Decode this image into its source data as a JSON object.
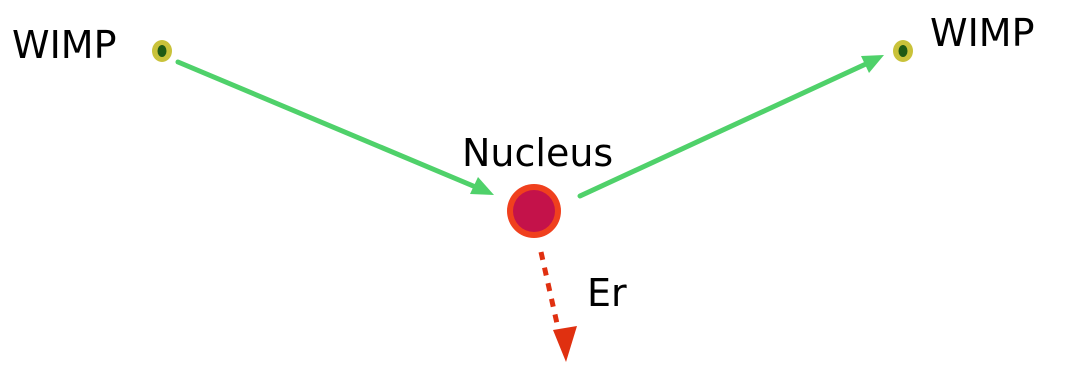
{
  "labels": {
    "wimp_incoming": "WIMP",
    "wimp_outgoing": "WIMP",
    "nucleus": "Nucleus",
    "recoil_energy": "Er"
  },
  "colors": {
    "trajectory": "#4fd16a",
    "wimp_fill": "#1f5a14",
    "wimp_ring": "#c9c23a",
    "nucleus_fill": "#c4124a",
    "nucleus_ring": "#f0401e",
    "recoil_arrow": "#e03010",
    "text": "#000000"
  },
  "icons": {
    "incoming_particle": "wimp-particle-icon",
    "outgoing_particle": "wimp-particle-icon",
    "nucleus": "nucleus-circle-icon"
  }
}
